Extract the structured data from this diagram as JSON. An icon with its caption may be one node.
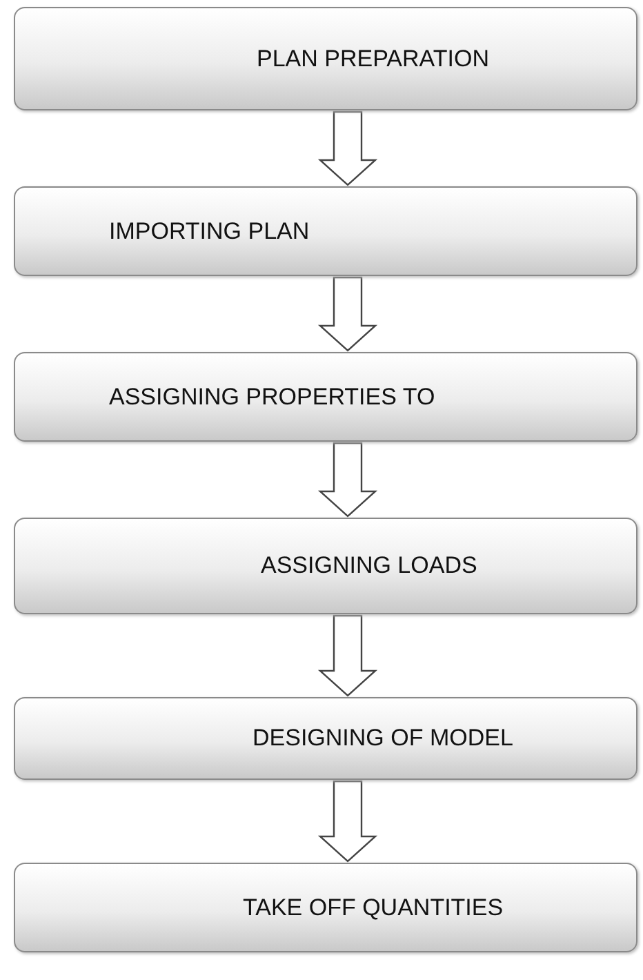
{
  "diagram": {
    "nodes": [
      {
        "text": [
          "PLAN PREPARATION"
        ]
      },
      {
        "text": [
          "IMPORTING PLAN"
        ]
      },
      {
        "text": [
          "ASSIGNING PROPERTIES TO"
        ]
      },
      {
        "text": [
          "ASSIGNING LOADS"
        ]
      },
      {
        "text": [
          "DESIGNING OF MODEL"
        ]
      },
      {
        "text": [
          "TAKE OFF QUANTITIES"
        ]
      }
    ],
    "edges": [
      {
        "from": 0,
        "to": 1,
        "arrow": "to"
      },
      {
        "from": 1,
        "to": 2,
        "arrow": "to"
      },
      {
        "from": 2,
        "to": 3,
        "arrow": "to"
      },
      {
        "from": 3,
        "to": 4,
        "arrow": "to"
      },
      {
        "from": 4,
        "to": 5,
        "arrow": "to"
      }
    ]
  }
}
